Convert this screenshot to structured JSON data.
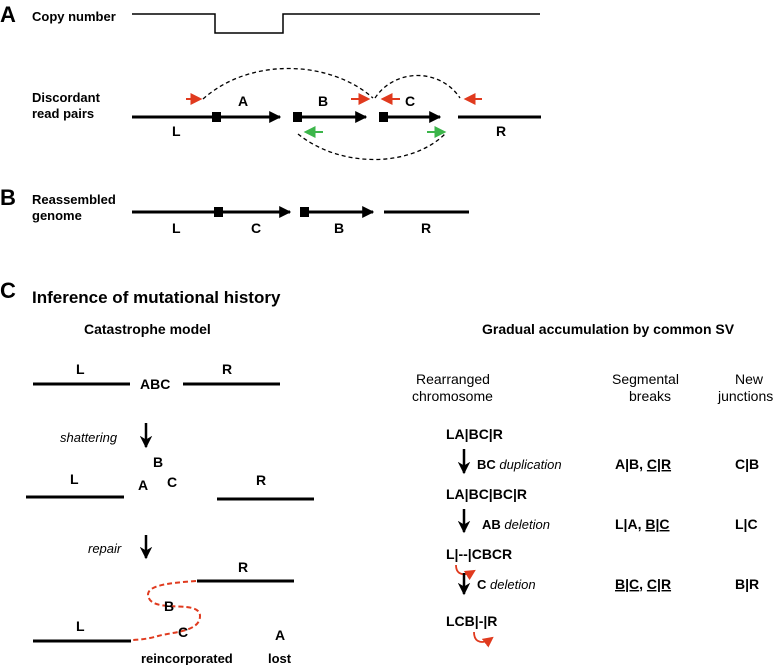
{
  "panel_labels": {
    "a": "A",
    "b": "B",
    "c": "C"
  },
  "panel_a": {
    "copy_number_label": "Copy number",
    "discordant_label_1": "Discordant",
    "discordant_label_2": "read pairs",
    "seg_L": "L",
    "seg_A": "A",
    "seg_B": "B",
    "seg_C": "C",
    "seg_R": "R"
  },
  "panel_b": {
    "label_1": "Reassembled",
    "label_2": "genome",
    "seg_L": "L",
    "seg_C": "C",
    "seg_B": "B",
    "seg_R": "R"
  },
  "panel_c": {
    "title": "Inference of mutational history",
    "catastrophe": {
      "header": "Catastrophe model",
      "L1": "L",
      "ABC": "ABC",
      "R1": "R",
      "shattering": "shattering",
      "L2": "L",
      "B2": "B",
      "A2": "A",
      "C2": "C",
      "R2": "R",
      "repair": "repair",
      "R3": "R",
      "B3": "B",
      "C3": "C",
      "L3": "L",
      "A3": "A",
      "reincorporated": "reincorporated",
      "lost": "lost"
    },
    "gradual": {
      "header": "Gradual accumulation by common SV",
      "col1_1": "Rearranged",
      "col1_2": "chromosome",
      "col2_1": "Segmental",
      "col2_2": "breaks",
      "col3_1": "New",
      "col3_2": "junctions",
      "chrom1": "LA|BC|R",
      "event1_seg": "BC",
      "event1_type": "duplication",
      "breaks1_a": "A|B",
      "breaks1_b": "C|R",
      "junction1": "C|B",
      "chrom2": "LA|BC|BC|R",
      "event2_seg": "AB",
      "event2_type": "deletion",
      "breaks2_a": "L|A",
      "breaks2_b": "B|C",
      "junction2": "L|C",
      "chrom3": "L|--|CBCR",
      "event3_seg": "C",
      "event3_type": "deletion",
      "breaks3_a": "B|C",
      "breaks3_b": "C|R",
      "junction3": "B|R",
      "chrom4": "LCB|-|R"
    }
  },
  "colors": {
    "line": "#000000",
    "red": "#e03a1e",
    "green": "#3cb54a",
    "red_bar": "#e2231a"
  }
}
